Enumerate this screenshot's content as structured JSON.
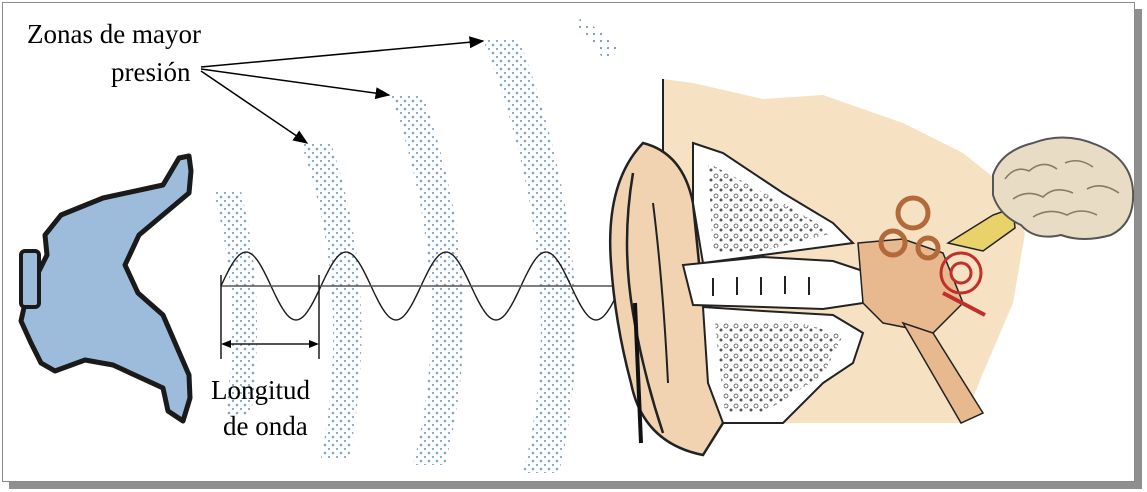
{
  "labels": {
    "pressure_zones_line1": "Zonas de mayor",
    "pressure_zones_line2": "presión",
    "wavelength_line1": "Longitud",
    "wavelength_line2": "de onda"
  },
  "colors": {
    "speaker_fill": "#9dbcdc",
    "dots": "#7fa6cf",
    "skin": "#f1d3b2",
    "ear_flesh": "#e8b88f",
    "bone": "#f6e1a0",
    "nerve": "#ead26b",
    "brain": "#e9dcc4",
    "cochlea_red": "#c0302a"
  },
  "icons": [
    "loudspeaker-icon",
    "ear-anatomy-illustration",
    "brain-icon"
  ]
}
